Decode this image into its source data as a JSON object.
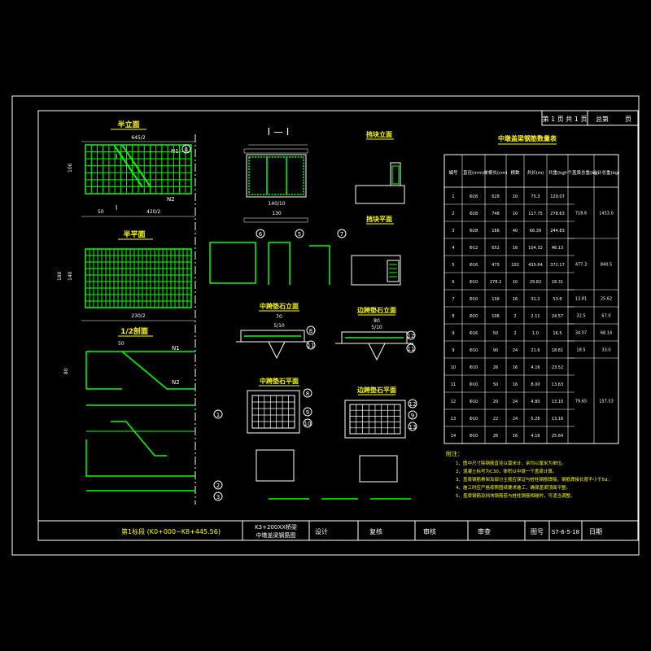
{
  "header": {
    "sheet_no": "第 1 页 共 1 页",
    "pages_label": "总第",
    "page_suffix": "页"
  },
  "views": {
    "half_elevation": "半立面",
    "half_plan": "半平面",
    "section_II": "I — I",
    "half_cutaway": "1/2剖面",
    "support_elevation": "挡块立面",
    "support_plan": "挡块平面",
    "mid_stone_elevation": "中跨垫石立面",
    "side_stone_elevation": "边跨垫石立面",
    "mid_stone_plan": "中跨垫石平面",
    "side_stone_plan": "边跨垫石平面"
  },
  "dimensions": {
    "elev_top": "645/2",
    "elev_bottom_left": "50",
    "elev_bottom_right": "420/2",
    "elev_height": "100",
    "plan_left_outer": "180",
    "plan_left_inner": "140",
    "plan_bottom": "230/2",
    "section_width_inner": "140/10",
    "section_width_outer": "130",
    "cut_dim_top": "50",
    "cut_dim_side": "80",
    "stone_w": "70",
    "stone_dim": "5/10",
    "side_stone_w": "80"
  },
  "labels": {
    "n1": "N1",
    "n2": "N2",
    "section_mark": "I",
    "circle_1": "1",
    "circle_2": "2",
    "circle_3": "3",
    "circle_4": "4",
    "circle_5": "5",
    "circle_6": "6",
    "circle_7": "7",
    "circle_8": "8",
    "circle_9": "9",
    "circle_10": "10",
    "circle_11": "11",
    "circle_12": "12",
    "circle_13": "13"
  },
  "rebar_table": {
    "title": "中墩盖梁钢筋数量表",
    "headers": [
      "编号",
      "直径(mm)",
      "单根长(cm)",
      "根数",
      "共长(m)",
      "共重(kg)",
      "一个盖梁总重(kg)",
      "合计总重(kg)"
    ],
    "rows": [
      [
        "1",
        "Φ28",
        "628",
        "10",
        "75.3",
        "129.07",
        "",
        ""
      ],
      [
        "2",
        "Φ28",
        "748",
        "10",
        "117.75",
        "278.63",
        "",
        ""
      ],
      [
        "3",
        "Φ28",
        "166",
        "40",
        "66.39",
        "244.83",
        "",
        ""
      ],
      [
        "4",
        "Φ12",
        "652",
        "16",
        "104.32",
        "46.13",
        "",
        ""
      ],
      [
        "5",
        "Φ16",
        "475",
        "102",
        "435.64",
        "372.17",
        "",
        ""
      ],
      [
        "6",
        "Φ10",
        "278.2",
        "10",
        "29.82",
        "18.31",
        "",
        ""
      ],
      [
        "7",
        "Φ10",
        "156",
        "16",
        "31.2",
        "53.6",
        "",
        ""
      ],
      [
        "8",
        "Φ20",
        "106",
        "2",
        "2.11",
        "24.57",
        "",
        ""
      ],
      [
        "9",
        "Φ16",
        "50",
        "2",
        "1.0",
        "16.5",
        "",
        ""
      ],
      [
        "9",
        "Φ10",
        "90",
        "24",
        "21.6",
        "18.81",
        "",
        ""
      ],
      [
        "10",
        "Φ10",
        "26",
        "16",
        "4.16",
        "23.52",
        "",
        ""
      ],
      [
        "11",
        "Φ10",
        "50",
        "16",
        "8.00",
        "13.63",
        "",
        ""
      ],
      [
        "12",
        "Φ10",
        "20",
        "24",
        "4.80",
        "13.10",
        "",
        ""
      ],
      [
        "13",
        "Φ10",
        "22",
        "24",
        "5.28",
        "13.16",
        "",
        ""
      ],
      [
        "14",
        "Φ10",
        "26",
        "16",
        "4.16",
        "25.64",
        "",
        ""
      ]
    ],
    "merged": [
      "718.6",
      "1453.0",
      "477.3",
      "840.5",
      "13.81",
      "25.62",
      "32.5",
      "67.0",
      "34.07",
      "68.14",
      "18.5",
      "33.0",
      "79.65",
      "157.53"
    ]
  },
  "notes": {
    "title": "附注：",
    "items": [
      "1、图中尺寸除钢筋直径以毫米计，余均以厘米为单位。",
      "2、混凝土标号为C30，体积以中墩一个盖梁计算。",
      "3、盖梁钢筋骨架及部分主筋应保证与桩柱钢筋焊接，钢筋焊接长度不小于5d。",
      "4、施工时应严格按照图纸要求施工，确保盖梁顶面平整。",
      "5、盖梁钢筋及挡块钢筋若与桩柱钢筋相碰时，可适当调整。"
    ]
  },
  "title_block": {
    "project": "第1标段 (K0+000~K8+445.56)",
    "drawing_name_1": "K3+200XX桥梁",
    "drawing_name_2": "中墩盖梁钢筋图",
    "design": "设计",
    "review": "复核",
    "check": "审核",
    "approve": "审查",
    "drawing_no_label": "图号",
    "drawing_no": "S7-6-5-18",
    "date": "日期"
  },
  "colors": {
    "background": "#000000",
    "frame": "#ffffff",
    "rebar": "#00ff00",
    "dim": "#00ffff",
    "title": "#ffff00",
    "note": "#ffff00",
    "accent": "#ff00ff"
  }
}
